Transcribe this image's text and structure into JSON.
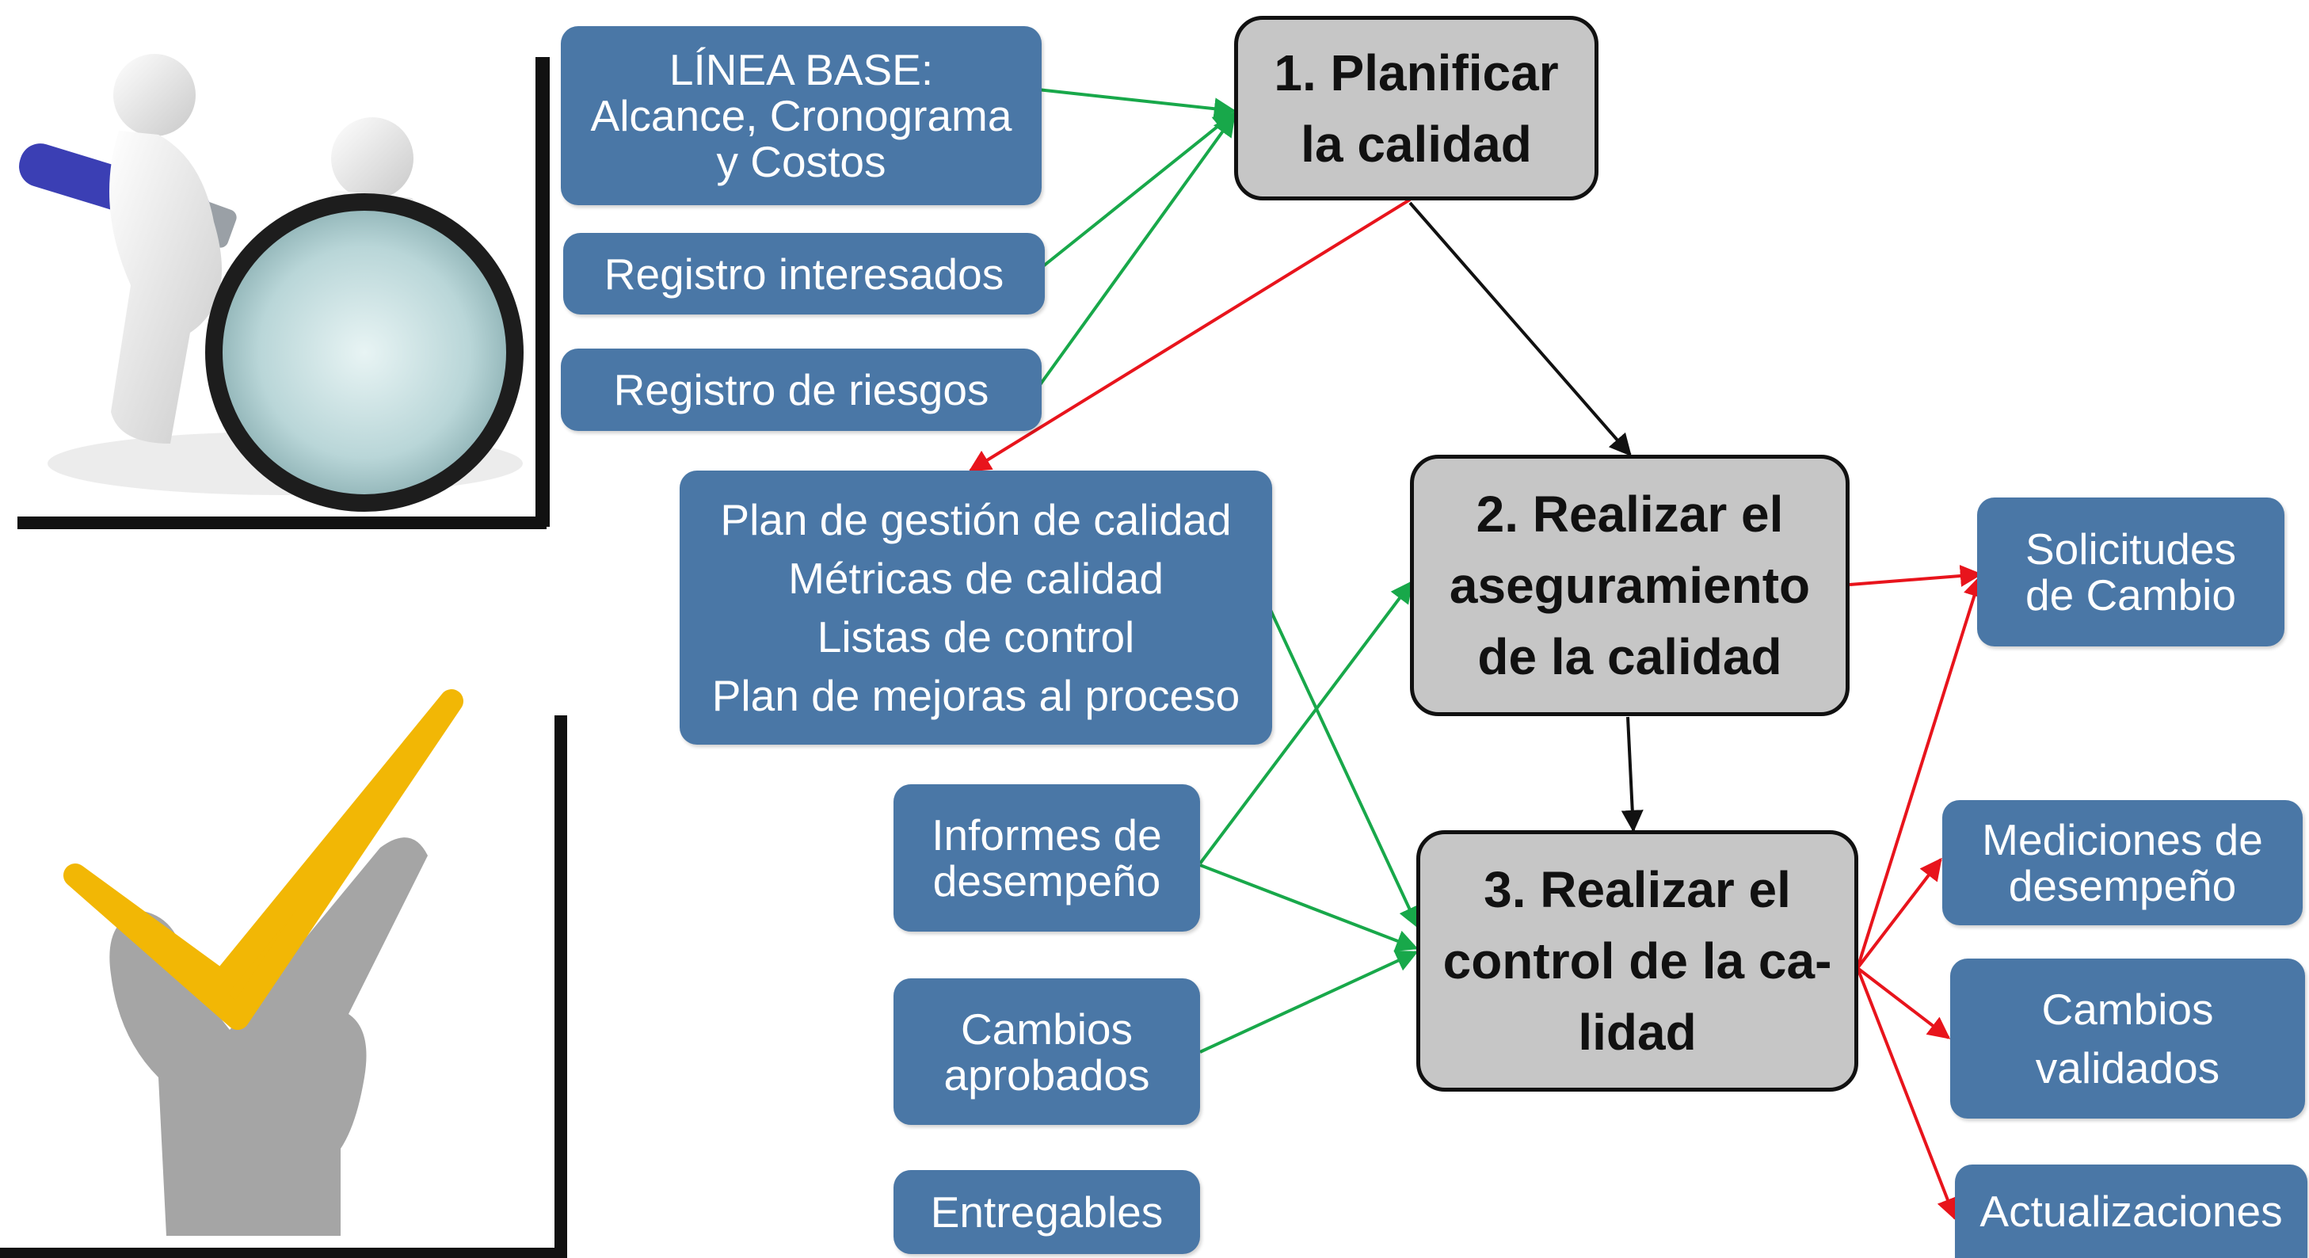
{
  "colors": {
    "input_arrow": "#18a84a",
    "output_arrow": "#e8141c",
    "flow_arrow": "#111111",
    "input_box": "#4a77a6",
    "process_box": "#c6c6c6"
  },
  "illustrations": {
    "top_left": "magnifying-glass-figures",
    "bottom_left": "hand-checkmark"
  },
  "processes": {
    "plan": {
      "lines": [
        "1. Planificar",
        "la calidad"
      ]
    },
    "assure": {
      "lines": [
        "2. Realizar el",
        "aseguramiento",
        "de la calidad"
      ]
    },
    "control": {
      "lines": [
        "3. Realizar el",
        "control de la ca-",
        "lidad"
      ]
    }
  },
  "inputs": {
    "baseline": {
      "lines": [
        "LÍNEA BASE:",
        "Alcance, Cronograma",
        "y Costos"
      ]
    },
    "stakeholder_register": {
      "lines": [
        "Registro interesados"
      ]
    },
    "risk_register": {
      "lines": [
        "Registro de riesgos"
      ]
    },
    "quality_plan": {
      "lines": [
        "Plan de gestión de calidad",
        "Métricas de calidad",
        "Listas de control",
        "Plan de mejoras al proceso"
      ]
    },
    "performance_reports": {
      "lines": [
        "Informes de",
        "desempeño"
      ]
    },
    "approved_changes": {
      "lines": [
        "Cambios",
        "aprobados"
      ]
    },
    "deliverables": {
      "lines": [
        "Entregables"
      ]
    }
  },
  "outputs": {
    "change_requests": {
      "lines": [
        "Solicitudes",
        "de Cambio"
      ]
    },
    "performance_measurements": {
      "lines": [
        "Mediciones de",
        "desempeño"
      ]
    },
    "validated_changes": {
      "lines": [
        "Cambios",
        "validados"
      ]
    },
    "updates": {
      "lines": [
        "Actualizaciones"
      ]
    }
  }
}
